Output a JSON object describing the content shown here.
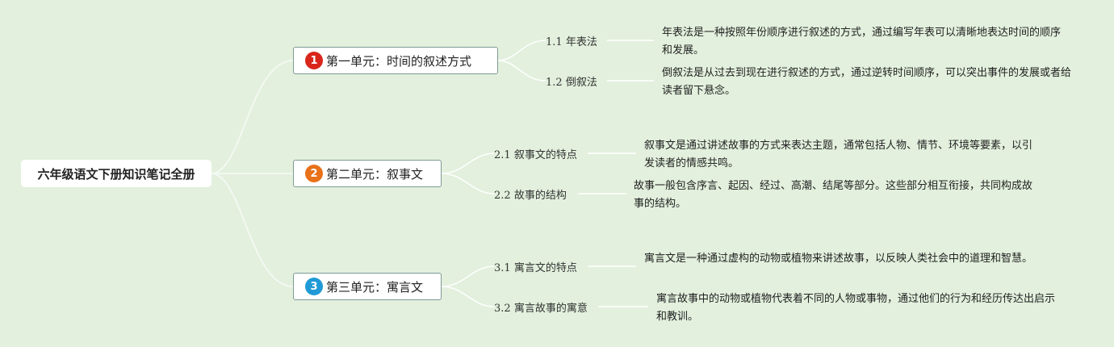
{
  "root": {
    "title": "六年级语文下册知识笔记全册"
  },
  "units": [
    {
      "number": "1",
      "badge_color": "#d9261c",
      "title": "第一单元：时间的叙述方式",
      "topics": [
        {
          "num": "1.1",
          "label": "年表法",
          "desc": "年表法是一种按照年份顺序进行叙述的方式，通过编写年表可以清晰地表达时间的顺序和发展。"
        },
        {
          "num": "1.2",
          "label": "倒叙法",
          "desc": "倒叙法是从过去到现在进行叙述的方式，通过逆转时间顺序，可以突出事件的发展或者给读者留下悬念。"
        }
      ]
    },
    {
      "number": "2",
      "badge_color": "#e8711a",
      "title": "第二单元：叙事文",
      "topics": [
        {
          "num": "2.1",
          "label": "叙事文的特点",
          "desc": "叙事文是通过讲述故事的方式来表达主题，通常包括人物、情节、环境等要素，以引发读者的情感共鸣。"
        },
        {
          "num": "2.2",
          "label": "故事的结构",
          "desc": "故事一般包含序言、起因、经过、高潮、结尾等部分。这些部分相互衔接，共同构成故事的结构。"
        }
      ]
    },
    {
      "number": "3",
      "badge_color": "#1f9ad6",
      "title": "第三单元：寓言文",
      "topics": [
        {
          "num": "3.1",
          "label": "寓言文的特点",
          "desc": "寓言文是一种通过虚构的动物或植物来讲述故事，以反映人类社会中的道理和智慧。"
        },
        {
          "num": "3.2",
          "label": "寓言故事的寓意",
          "desc": "寓言故事中的动物或植物代表着不同的人物或事物，通过他们的行为和经历传达出启示和教训。"
        }
      ]
    }
  ]
}
